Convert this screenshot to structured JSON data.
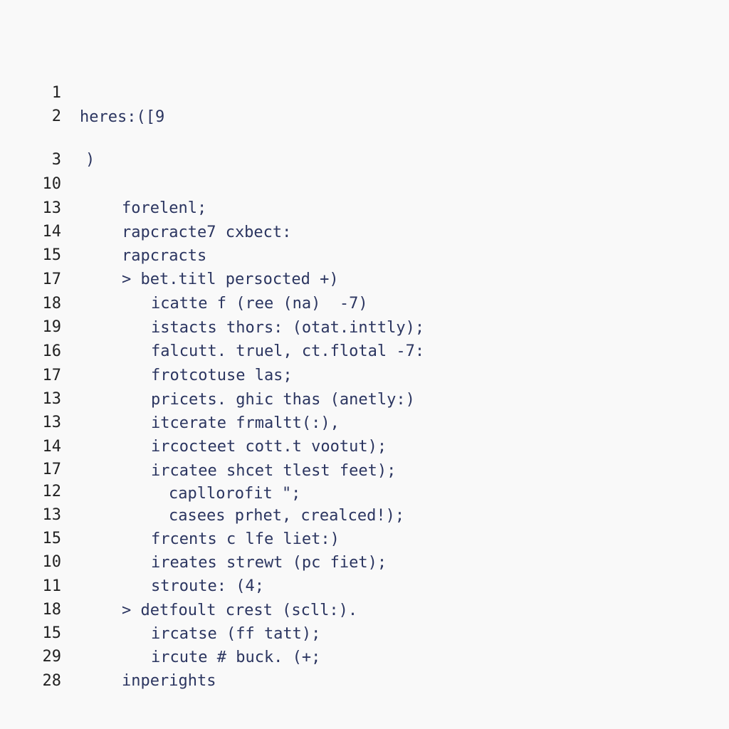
{
  "editor": {
    "lines": [
      {
        "number": "1",
        "text": "heres:([9"
      },
      {
        "number": "2",
        "text": ""
      },
      {
        "number": "",
        "text": ")"
      },
      {
        "number": "3",
        "text": ""
      },
      {
        "number": "10",
        "text": "forelenl;"
      },
      {
        "number": "13",
        "text": "rapcracte7 cxbect:"
      },
      {
        "number": "14",
        "text": "rapcracts"
      },
      {
        "number": "15",
        "text": "> bet.titl persocted +)"
      },
      {
        "number": "17",
        "text": "icatte f (ree (na)  -7)"
      },
      {
        "number": "18",
        "text": "istacts thors: (otat.inttly);"
      },
      {
        "number": "19",
        "text": "falcutt. truel, ct.flotal -7:"
      },
      {
        "number": "16",
        "text": "frotcotuse las;"
      },
      {
        "number": "17",
        "text": "pricets. ghic thas (anetly:)"
      },
      {
        "number": "13",
        "text": "itcerate frmaltt(:),"
      },
      {
        "number": "13",
        "text": "ircocteet cott.t vootut);"
      },
      {
        "number": "14",
        "text": "ircatee shcet tlest feet);"
      },
      {
        "number": "17",
        "text": "capllorofit \";"
      },
      {
        "number": "12",
        "text": "casees prhet, crealced!);"
      },
      {
        "number": "13",
        "text": "frcents c lfe liet:)"
      },
      {
        "number": "15",
        "text": "ireates strewt (pc fiet);"
      },
      {
        "number": "10",
        "text": "stroute: (4;"
      },
      {
        "number": "11",
        "text": "> detfoult crest (scll:)."
      },
      {
        "number": "18",
        "text": "ircatse (ff tatt);"
      },
      {
        "number": "15",
        "text": "ircute # buck. (+;"
      },
      {
        "number": "29",
        "text": "inperights"
      },
      {
        "number": "28",
        "text": ""
      }
    ]
  }
}
